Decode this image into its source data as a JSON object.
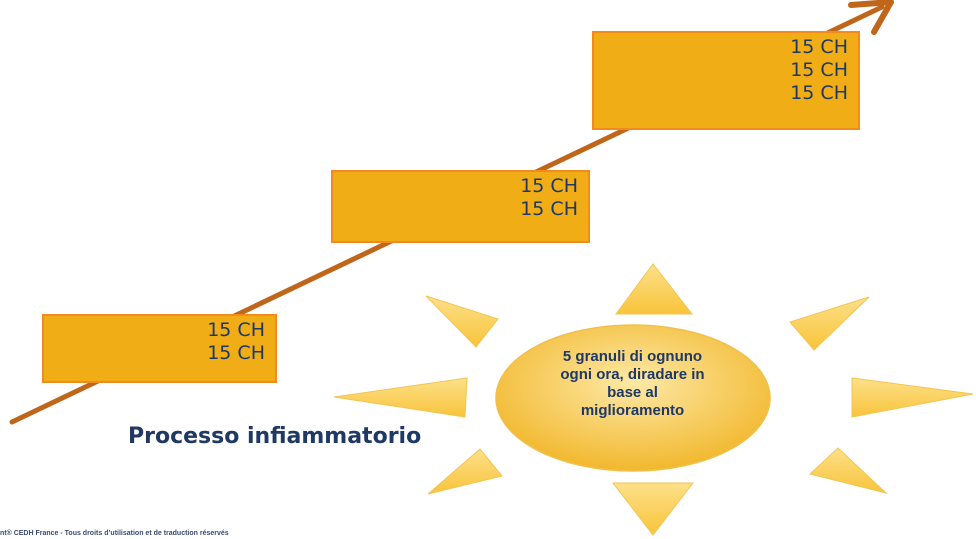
{
  "steps": [
    {
      "lines": [
        "15 CH",
        "15 CH"
      ]
    },
    {
      "lines": [
        "15 CH",
        "15 CH"
      ]
    },
    {
      "lines": [
        "15 CH",
        "15 CH",
        "15 CH"
      ]
    }
  ],
  "title": "Processo infiammatorio",
  "sun": {
    "text_lines": [
      "5 granuli di ognuno",
      "ogni ora, diradare in",
      "base al",
      "miglioramento"
    ]
  },
  "footer": "nt® CEDH France - Tous droits d’utilisation et de traduction réservés",
  "colors": {
    "arrow": "#c0661a",
    "step_fill": "#f0ad16",
    "step_border": "#f38a1f",
    "text_navy": "#1f3864",
    "sun_ray": "#fbd25c",
    "sun_center": "#f5c23a"
  },
  "icons": {
    "arrow": "up-right-arrow-icon",
    "sun": "sun-icon"
  }
}
